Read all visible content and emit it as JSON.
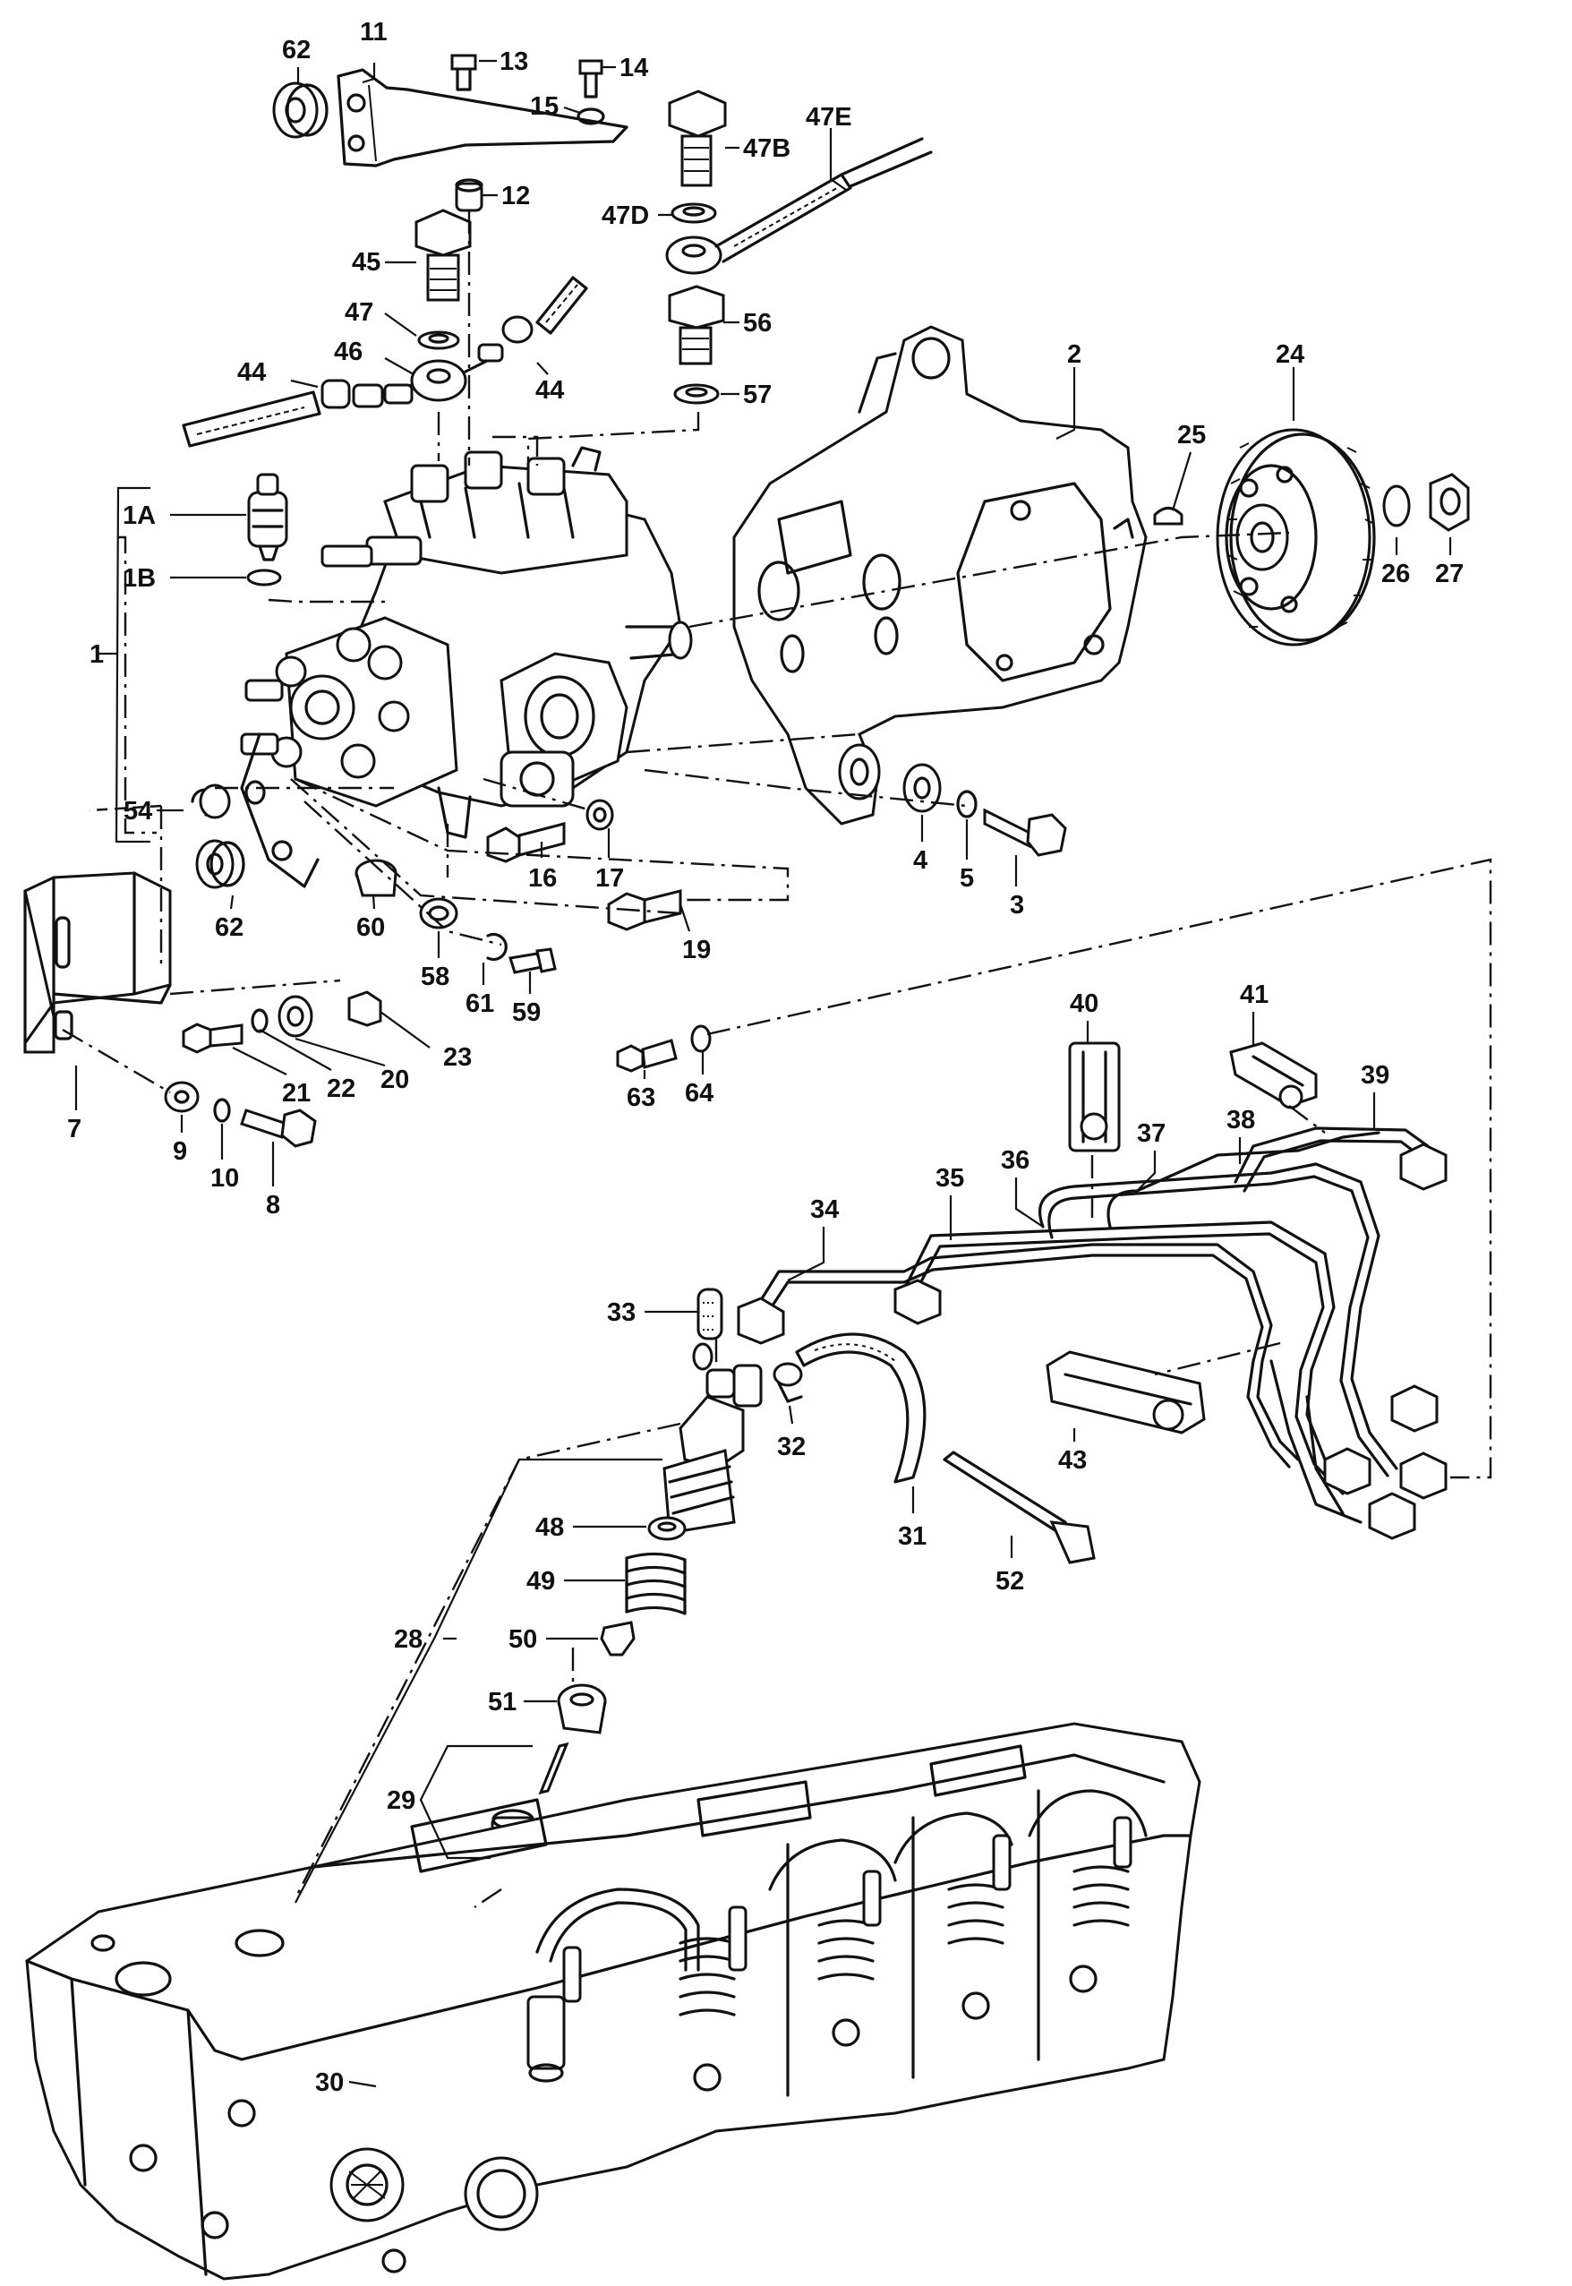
{
  "diagram": {
    "callouts": [
      {
        "id": "c62a",
        "text": "62"
      },
      {
        "id": "c11",
        "text": "11"
      },
      {
        "id": "c13",
        "text": "13"
      },
      {
        "id": "c14",
        "text": "14"
      },
      {
        "id": "c15",
        "text": "15"
      },
      {
        "id": "c47E",
        "text": "47E"
      },
      {
        "id": "c47B",
        "text": "47B"
      },
      {
        "id": "c12",
        "text": "12"
      },
      {
        "id": "c47D",
        "text": "47D"
      },
      {
        "id": "c45",
        "text": "45"
      },
      {
        "id": "c56",
        "text": "56"
      },
      {
        "id": "c47",
        "text": "47"
      },
      {
        "id": "c46",
        "text": "46"
      },
      {
        "id": "c44a",
        "text": "44"
      },
      {
        "id": "c44b",
        "text": "44"
      },
      {
        "id": "c57",
        "text": "57"
      },
      {
        "id": "c2",
        "text": "2"
      },
      {
        "id": "c24",
        "text": "24"
      },
      {
        "id": "c25",
        "text": "25"
      },
      {
        "id": "c1A",
        "text": "1A"
      },
      {
        "id": "c1B",
        "text": "1B"
      },
      {
        "id": "c1",
        "text": "1"
      },
      {
        "id": "c26",
        "text": "26"
      },
      {
        "id": "c27",
        "text": "27"
      },
      {
        "id": "c54",
        "text": "54"
      },
      {
        "id": "c62b",
        "text": "62"
      },
      {
        "id": "c60",
        "text": "60"
      },
      {
        "id": "c16",
        "text": "16"
      },
      {
        "id": "c17",
        "text": "17"
      },
      {
        "id": "c4",
        "text": "4"
      },
      {
        "id": "c5",
        "text": "5"
      },
      {
        "id": "c3",
        "text": "3"
      },
      {
        "id": "c19",
        "text": "19"
      },
      {
        "id": "c58",
        "text": "58"
      },
      {
        "id": "c61",
        "text": "61"
      },
      {
        "id": "c59",
        "text": "59"
      },
      {
        "id": "c23",
        "text": "23"
      },
      {
        "id": "c20",
        "text": "20"
      },
      {
        "id": "c22",
        "text": "22"
      },
      {
        "id": "c21",
        "text": "21"
      },
      {
        "id": "c7",
        "text": "7"
      },
      {
        "id": "c9",
        "text": "9"
      },
      {
        "id": "c10",
        "text": "10"
      },
      {
        "id": "c8",
        "text": "8"
      },
      {
        "id": "c63",
        "text": "63"
      },
      {
        "id": "c64",
        "text": "64"
      },
      {
        "id": "c40",
        "text": "40"
      },
      {
        "id": "c41",
        "text": "41"
      },
      {
        "id": "c39",
        "text": "39"
      },
      {
        "id": "c37",
        "text": "37"
      },
      {
        "id": "c38",
        "text": "38"
      },
      {
        "id": "c36",
        "text": "36"
      },
      {
        "id": "c35",
        "text": "35"
      },
      {
        "id": "c34",
        "text": "34"
      },
      {
        "id": "c33",
        "text": "33"
      },
      {
        "id": "c32",
        "text": "32"
      },
      {
        "id": "c43",
        "text": "43"
      },
      {
        "id": "c31",
        "text": "31"
      },
      {
        "id": "c52",
        "text": "52"
      },
      {
        "id": "c48",
        "text": "48"
      },
      {
        "id": "c49",
        "text": "49"
      },
      {
        "id": "c28",
        "text": "28"
      },
      {
        "id": "c50",
        "text": "50"
      },
      {
        "id": "c51",
        "text": "51"
      },
      {
        "id": "c29",
        "text": "29"
      },
      {
        "id": "c30",
        "text": "30"
      }
    ]
  }
}
